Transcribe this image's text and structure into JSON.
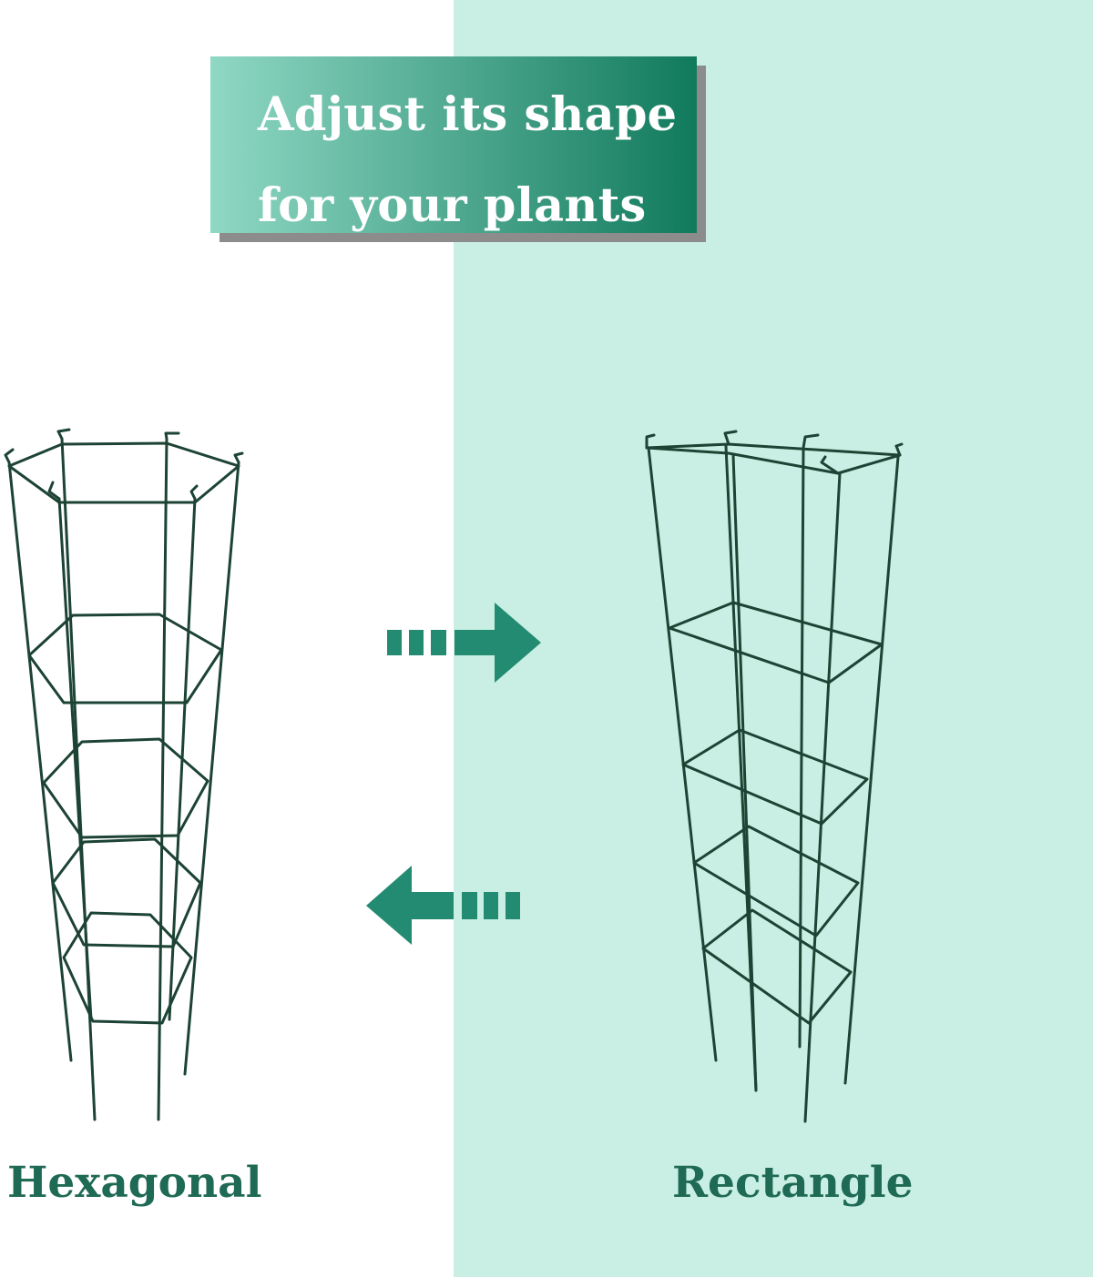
{
  "colors": {
    "right_background": "#c9efe4",
    "banner_gradient_start": "#8fd8c4",
    "banner_gradient_end": "#117a5c",
    "arrow": "#238b71",
    "caption": "#1f6a54",
    "cage_wire": "#1c4334"
  },
  "banner": {
    "line1": "Adjust its shape",
    "line2": "for your plants"
  },
  "left_cage": {
    "caption": "Hexagonal",
    "icon": "hexagonal-cage-illustration"
  },
  "right_cage": {
    "caption": "Rectangle",
    "icon": "rectangle-cage-illustration"
  },
  "arrows": {
    "top": "dashed-arrow-right",
    "bottom": "dashed-arrow-left"
  }
}
